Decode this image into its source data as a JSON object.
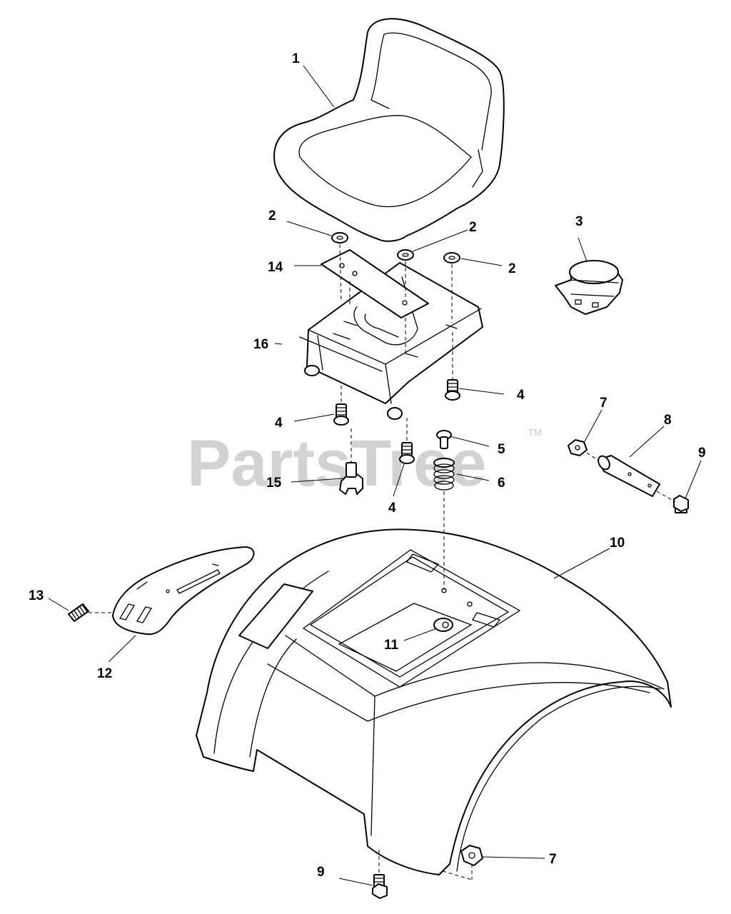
{
  "watermark": {
    "text": "PartsTree",
    "trademark": "TM"
  },
  "callouts": [
    {
      "id": "c-1",
      "text": "1"
    },
    {
      "id": "c-2a",
      "text": "2"
    },
    {
      "id": "c-2b",
      "text": "2"
    },
    {
      "id": "c-2c",
      "text": "2"
    },
    {
      "id": "c-3",
      "text": "3"
    },
    {
      "id": "c-14",
      "text": "14"
    },
    {
      "id": "c-16",
      "text": "16"
    },
    {
      "id": "c-4a",
      "text": "4"
    },
    {
      "id": "c-4b",
      "text": "4"
    },
    {
      "id": "c-4c",
      "text": "4"
    },
    {
      "id": "c-5",
      "text": "5"
    },
    {
      "id": "c-6",
      "text": "6"
    },
    {
      "id": "c-15",
      "text": "15"
    },
    {
      "id": "c-7a",
      "text": "7"
    },
    {
      "id": "c-8",
      "text": "8"
    },
    {
      "id": "c-9a",
      "text": "9"
    },
    {
      "id": "c-10",
      "text": "10"
    },
    {
      "id": "c-11",
      "text": "11"
    },
    {
      "id": "c-12",
      "text": "12"
    },
    {
      "id": "c-13",
      "text": "13"
    },
    {
      "id": "c-9b",
      "text": "9"
    },
    {
      "id": "c-7b",
      "text": "7"
    }
  ]
}
